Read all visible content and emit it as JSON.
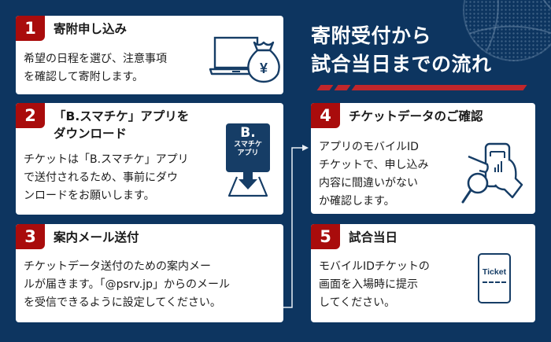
{
  "header": {
    "title": "寄附受付から\n試合当日までの流れ"
  },
  "steps": [
    {
      "number": "1",
      "title": "寄附申し込み",
      "body": "希望の日程を選び、注意事項\nを確認して寄附します。",
      "icon": "laptop-money-bag-icon"
    },
    {
      "number": "2",
      "title": "「B.スマチケ」アプリを\nダウンロード",
      "body": "チケットは「B.スマチケ」アプリ\nで送付されるため、事前にダウ\nンロードをお願いします。",
      "icon": "app-download-icon",
      "icon_label_top": "B.",
      "icon_label_bottom": "スマチケ\nアプリ"
    },
    {
      "number": "3",
      "title": "案内メール送付",
      "body": "チケットデータ送付のための案内メー\nルが届きます。「@psrv.jp」からのメール\nを受信できるように設定してください。"
    },
    {
      "number": "4",
      "title": "チケットデータのご確認",
      "body": "アプリのモバイルID\nチケットで、申し込み\n内容に間違いがない\nか確認します。",
      "icon": "phone-magnifier-icon"
    },
    {
      "number": "5",
      "title": "試合当日",
      "body": "モバイルIDチケットの\n画面を入場時に提示\nしてください。",
      "icon": "ticket-icon",
      "icon_label": "Ticket"
    }
  ],
  "colors": {
    "background": "#0d3560",
    "accent_red": "#a90c0c",
    "stripe_red": "#c0262b",
    "icon_navy": "#163d66",
    "card": "#ffffff"
  }
}
